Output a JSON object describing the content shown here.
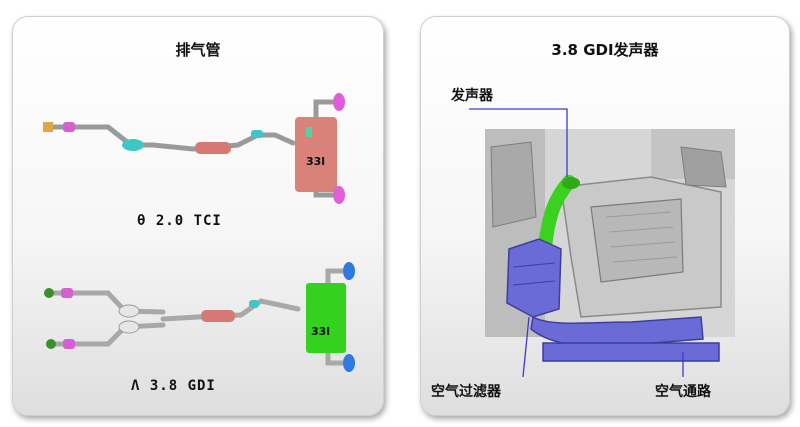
{
  "left_panel": {
    "title": "排气管",
    "pipe1": {
      "caption": "θ 2.0 TCI",
      "muffler_label": "33l",
      "muffler_color": "#d9827a"
    },
    "pipe2": {
      "caption": "Λ 3.8 GDI",
      "muffler_label": "33l",
      "muffler_color": "#33d21e"
    }
  },
  "right_panel": {
    "title": "3.8 GDI发声器",
    "callouts": {
      "sound_generator": "发声器",
      "air_filter": "空气过滤器",
      "air_passage": "空气通路"
    },
    "colors": {
      "duct": "#3bd21f",
      "intake": "#6b6bd8"
    }
  }
}
